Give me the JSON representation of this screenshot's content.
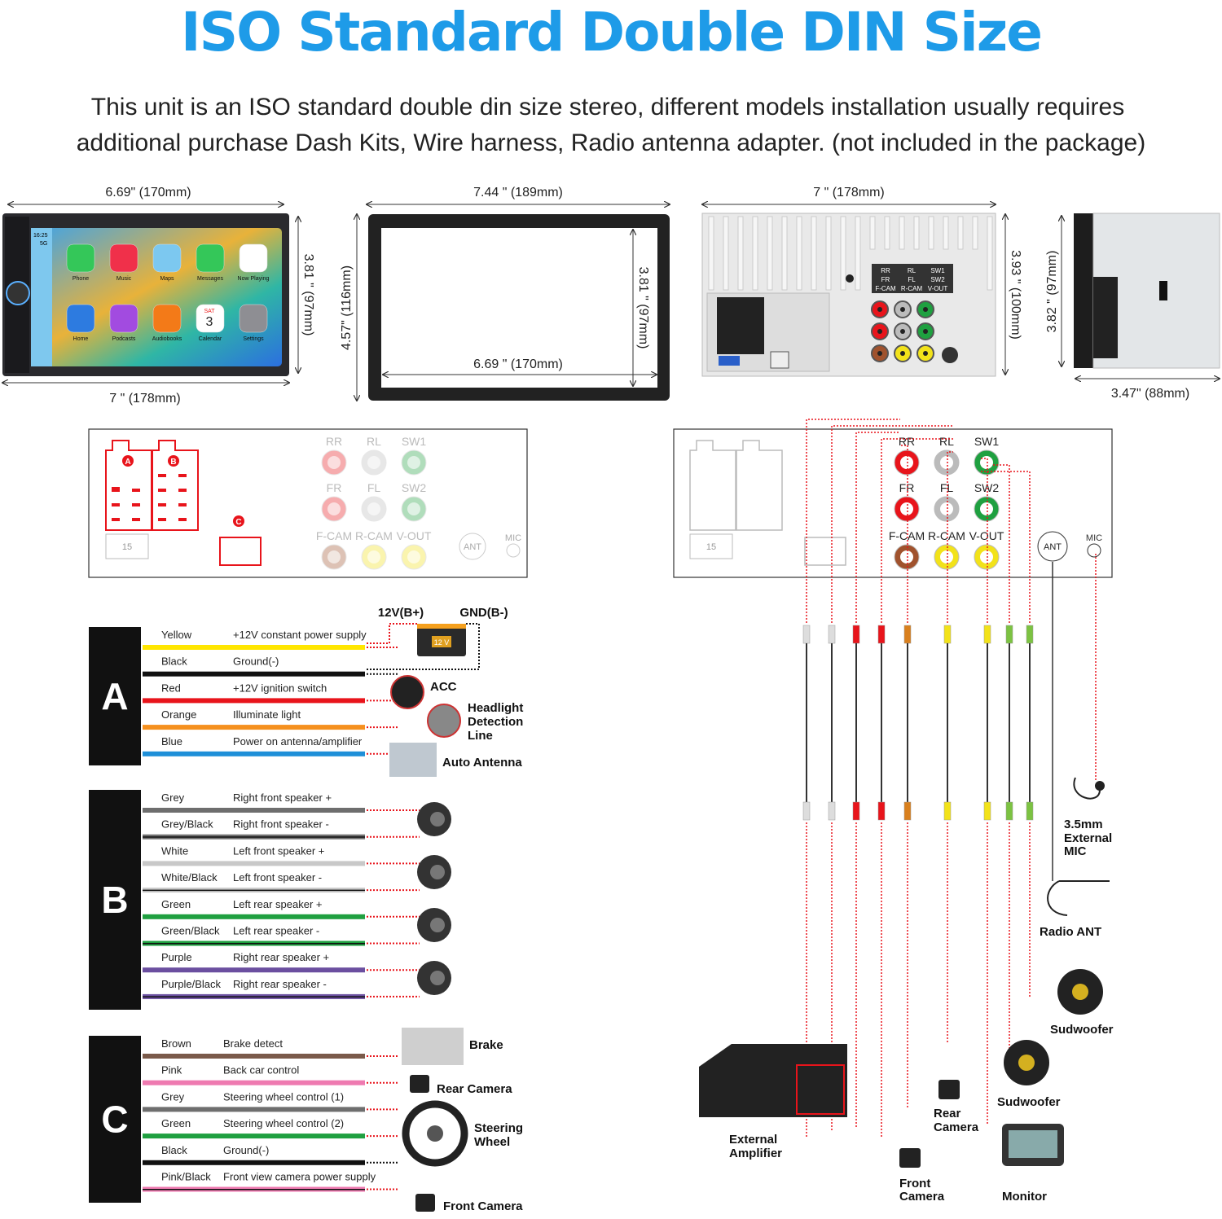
{
  "header": {
    "title": "ISO Standard Double DIN Size",
    "subtitle_line1": "This unit is an ISO standard double din size stereo, different models installation usually requires",
    "subtitle_line2": "additional purchase Dash Kits, Wire harness, Radio antenna adapter. (not included in the package)"
  },
  "dimensions": {
    "front_screen_width": "6.69\" (170mm)",
    "front_total_width": "7 \" (178mm)",
    "front_height": "3.81 \" (97mm)",
    "frame_width": "7.44 \" (189mm)",
    "frame_height": "4.57\" (116mm)",
    "frame_inner_width": "6.69 \" (170mm)",
    "frame_inner_height": "3.81 \" (97mm)",
    "back_width": "7 \" (178mm)",
    "back_height": "3.93 \" (100mm)",
    "side_height": "3.82 \" (97mm)",
    "side_depth": "3.47\" (88mm)"
  },
  "screen": {
    "time": "16:25",
    "signal": "5G",
    "apps": [
      {
        "label": "Phone",
        "color": "#34C759"
      },
      {
        "label": "Music",
        "color": "#F0304A"
      },
      {
        "label": "Maps",
        "color": "#7CC8F0"
      },
      {
        "label": "Messages",
        "color": "#34C759"
      },
      {
        "label": "Now Playing",
        "color": "#FFFFFF"
      },
      {
        "label": "Home",
        "color": "#2D7BE0"
      },
      {
        "label": "Podcasts",
        "color": "#A24BE0"
      },
      {
        "label": "Audiobooks",
        "color": "#F37A18"
      },
      {
        "label": "Calendar",
        "color": "#FFFFFF"
      },
      {
        "label": "Settings",
        "color": "#8E8E93"
      }
    ],
    "calendar_day": "SAT",
    "calendar_date": "3"
  },
  "back_panel_labels": [
    "RR",
    "RL",
    "SW1",
    "FR",
    "FL",
    "SW2",
    "F-CAM",
    "R-CAM",
    "V-OUT"
  ],
  "connector_panel": {
    "jacks": [
      {
        "label": "RR",
        "color": "#E8141B"
      },
      {
        "label": "RL",
        "color": "#BBBBBB"
      },
      {
        "label": "SW1",
        "color": "#1FA040"
      },
      {
        "label": "FR",
        "color": "#E8141B"
      },
      {
        "label": "FL",
        "color": "#BBBBBB"
      },
      {
        "label": "SW2",
        "color": "#1FA040"
      },
      {
        "label": "F-CAM",
        "color": "#A0522D"
      },
      {
        "label": "R-CAM",
        "color": "#F2E21A"
      },
      {
        "label": "V-OUT",
        "color": "#F2E21A"
      }
    ],
    "ant": "ANT",
    "mic": "MIC",
    "plug_a": "A",
    "plug_b": "B",
    "plug_c": "C",
    "fuse": "15"
  },
  "power": {
    "b_plus": "12V(B+)",
    "gnd": "GND(B-)",
    "battery": "12 V"
  },
  "groups": [
    {
      "letter": "A",
      "wires": [
        {
          "color": "Yellow",
          "func": "+12V constant power supply",
          "hex": "#FFE600",
          "stripe": ""
        },
        {
          "color": "Black",
          "func": "Ground(-)",
          "hex": "#111111",
          "stripe": ""
        },
        {
          "color": "Red",
          "func": "+12V ignition switch",
          "hex": "#E8141B",
          "stripe": ""
        },
        {
          "color": "Orange",
          "func": "Illuminate light",
          "hex": "#F5901E",
          "stripe": ""
        },
        {
          "color": "Blue",
          "func": "Power on antenna/amplifier",
          "hex": "#1E8FD8",
          "stripe": ""
        }
      ]
    },
    {
      "letter": "B",
      "wires": [
        {
          "color": "Grey",
          "func": "Right front speaker +",
          "hex": "#6E6E6E",
          "stripe": ""
        },
        {
          "color": "Grey/Black",
          "func": "Right front speaker -",
          "hex": "#6E6E6E",
          "stripe": "#111111"
        },
        {
          "color": "White",
          "func": "Left front speaker +",
          "hex": "#C8C8C8",
          "stripe": ""
        },
        {
          "color": "White/Black",
          "func": "Left front speaker -",
          "hex": "#C8C8C8",
          "stripe": "#111111"
        },
        {
          "color": "Green",
          "func": "Left rear speaker +",
          "hex": "#1FA040",
          "stripe": ""
        },
        {
          "color": "Green/Black",
          "func": "Left rear speaker -",
          "hex": "#1FA040",
          "stripe": "#111111"
        },
        {
          "color": "Purple",
          "func": "Right rear speaker +",
          "hex": "#6B4FA0",
          "stripe": ""
        },
        {
          "color": "Purple/Black",
          "func": "Right rear speaker -",
          "hex": "#6B4FA0",
          "stripe": "#111111"
        }
      ]
    },
    {
      "letter": "C",
      "wires": [
        {
          "color": "Brown",
          "func": "Brake detect",
          "hex": "#7A5A4A",
          "stripe": ""
        },
        {
          "color": "Pink",
          "func": "Back car control",
          "hex": "#EE7AB0",
          "stripe": ""
        },
        {
          "color": "Grey",
          "func": "Steering wheel control (1)",
          "hex": "#6E6E6E",
          "stripe": ""
        },
        {
          "color": "Green",
          "func": "Steering wheel control (2)",
          "hex": "#1FA040",
          "stripe": ""
        },
        {
          "color": "Black",
          "func": "Ground(-)",
          "hex": "#111111",
          "stripe": ""
        },
        {
          "color": "Pink/Black",
          "func": "Front view camera power supply",
          "hex": "#EE7AB0",
          "stripe": "#111111"
        }
      ]
    }
  ],
  "devices": {
    "acc": "ACC",
    "headlight": [
      "Headlight",
      "Detection",
      "Line"
    ],
    "antenna": "Auto Antenna",
    "brake": "Brake",
    "rear_camera": "Rear Camera",
    "steering": [
      "Steering",
      "Wheel"
    ],
    "front_camera": "Front Camera"
  },
  "right_devices": {
    "mic": [
      "3.5mm",
      "External",
      "MIC"
    ],
    "radio_ant": "Radio ANT",
    "sub1": "Sudwoofer",
    "sub2": "Sudwoofer",
    "amp": [
      "External",
      "Amplifier"
    ],
    "rear_cam": [
      "Rear",
      "Camera"
    ],
    "front_cam": [
      "Front",
      "Camera"
    ],
    "monitor": "Monitor"
  },
  "rca_cables": [
    "#DDDDDD",
    "#DDDDDD",
    "#E8141B",
    "#E8141B",
    "#D9801E",
    "#F2E21A",
    "#F2E21A",
    "#7CC242",
    "#7CC242"
  ]
}
